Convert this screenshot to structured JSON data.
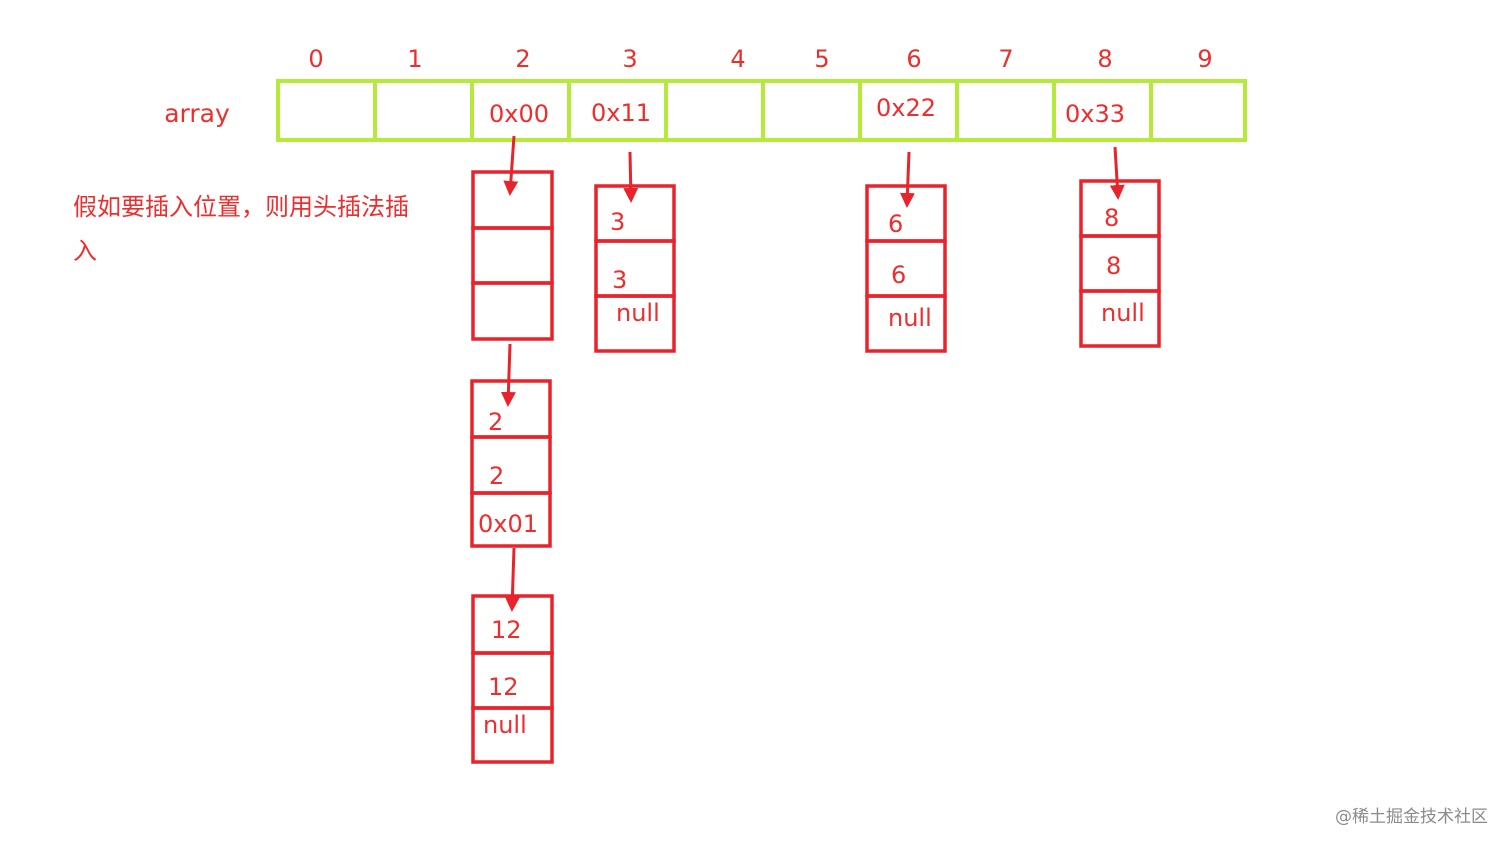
{
  "array": {
    "label": "array",
    "indices": [
      "0",
      "1",
      "2",
      "3",
      "4",
      "5",
      "6",
      "7",
      "8",
      "9"
    ],
    "cells": [
      "",
      "",
      "0x00",
      "0x11",
      "",
      "",
      "0x22",
      "",
      "0x33",
      ""
    ]
  },
  "note": {
    "line1": "假如要插入位置，则用头插法插",
    "line2": "入"
  },
  "nodes": [
    {
      "name": "bucket-2-node-1",
      "cells": [
        "",
        "",
        ""
      ]
    },
    {
      "name": "bucket-2-node-2",
      "cells": [
        "2",
        "2",
        "0x01"
      ]
    },
    {
      "name": "bucket-2-node-3",
      "cells": [
        "12",
        "12",
        "null"
      ]
    },
    {
      "name": "bucket-3-node-1",
      "cells": [
        "3",
        "3",
        "null"
      ]
    },
    {
      "name": "bucket-6-node-1",
      "cells": [
        "6",
        "6",
        "null"
      ]
    },
    {
      "name": "bucket-8-node-1",
      "cells": [
        "8",
        "8",
        "null"
      ]
    }
  ],
  "watermark": "@稀土掘金技术社区",
  "colors": {
    "array_border": "#b6ea3a",
    "node_border": "#e8232b",
    "text": "#ee2d2d",
    "arrow": "#e8232b"
  }
}
